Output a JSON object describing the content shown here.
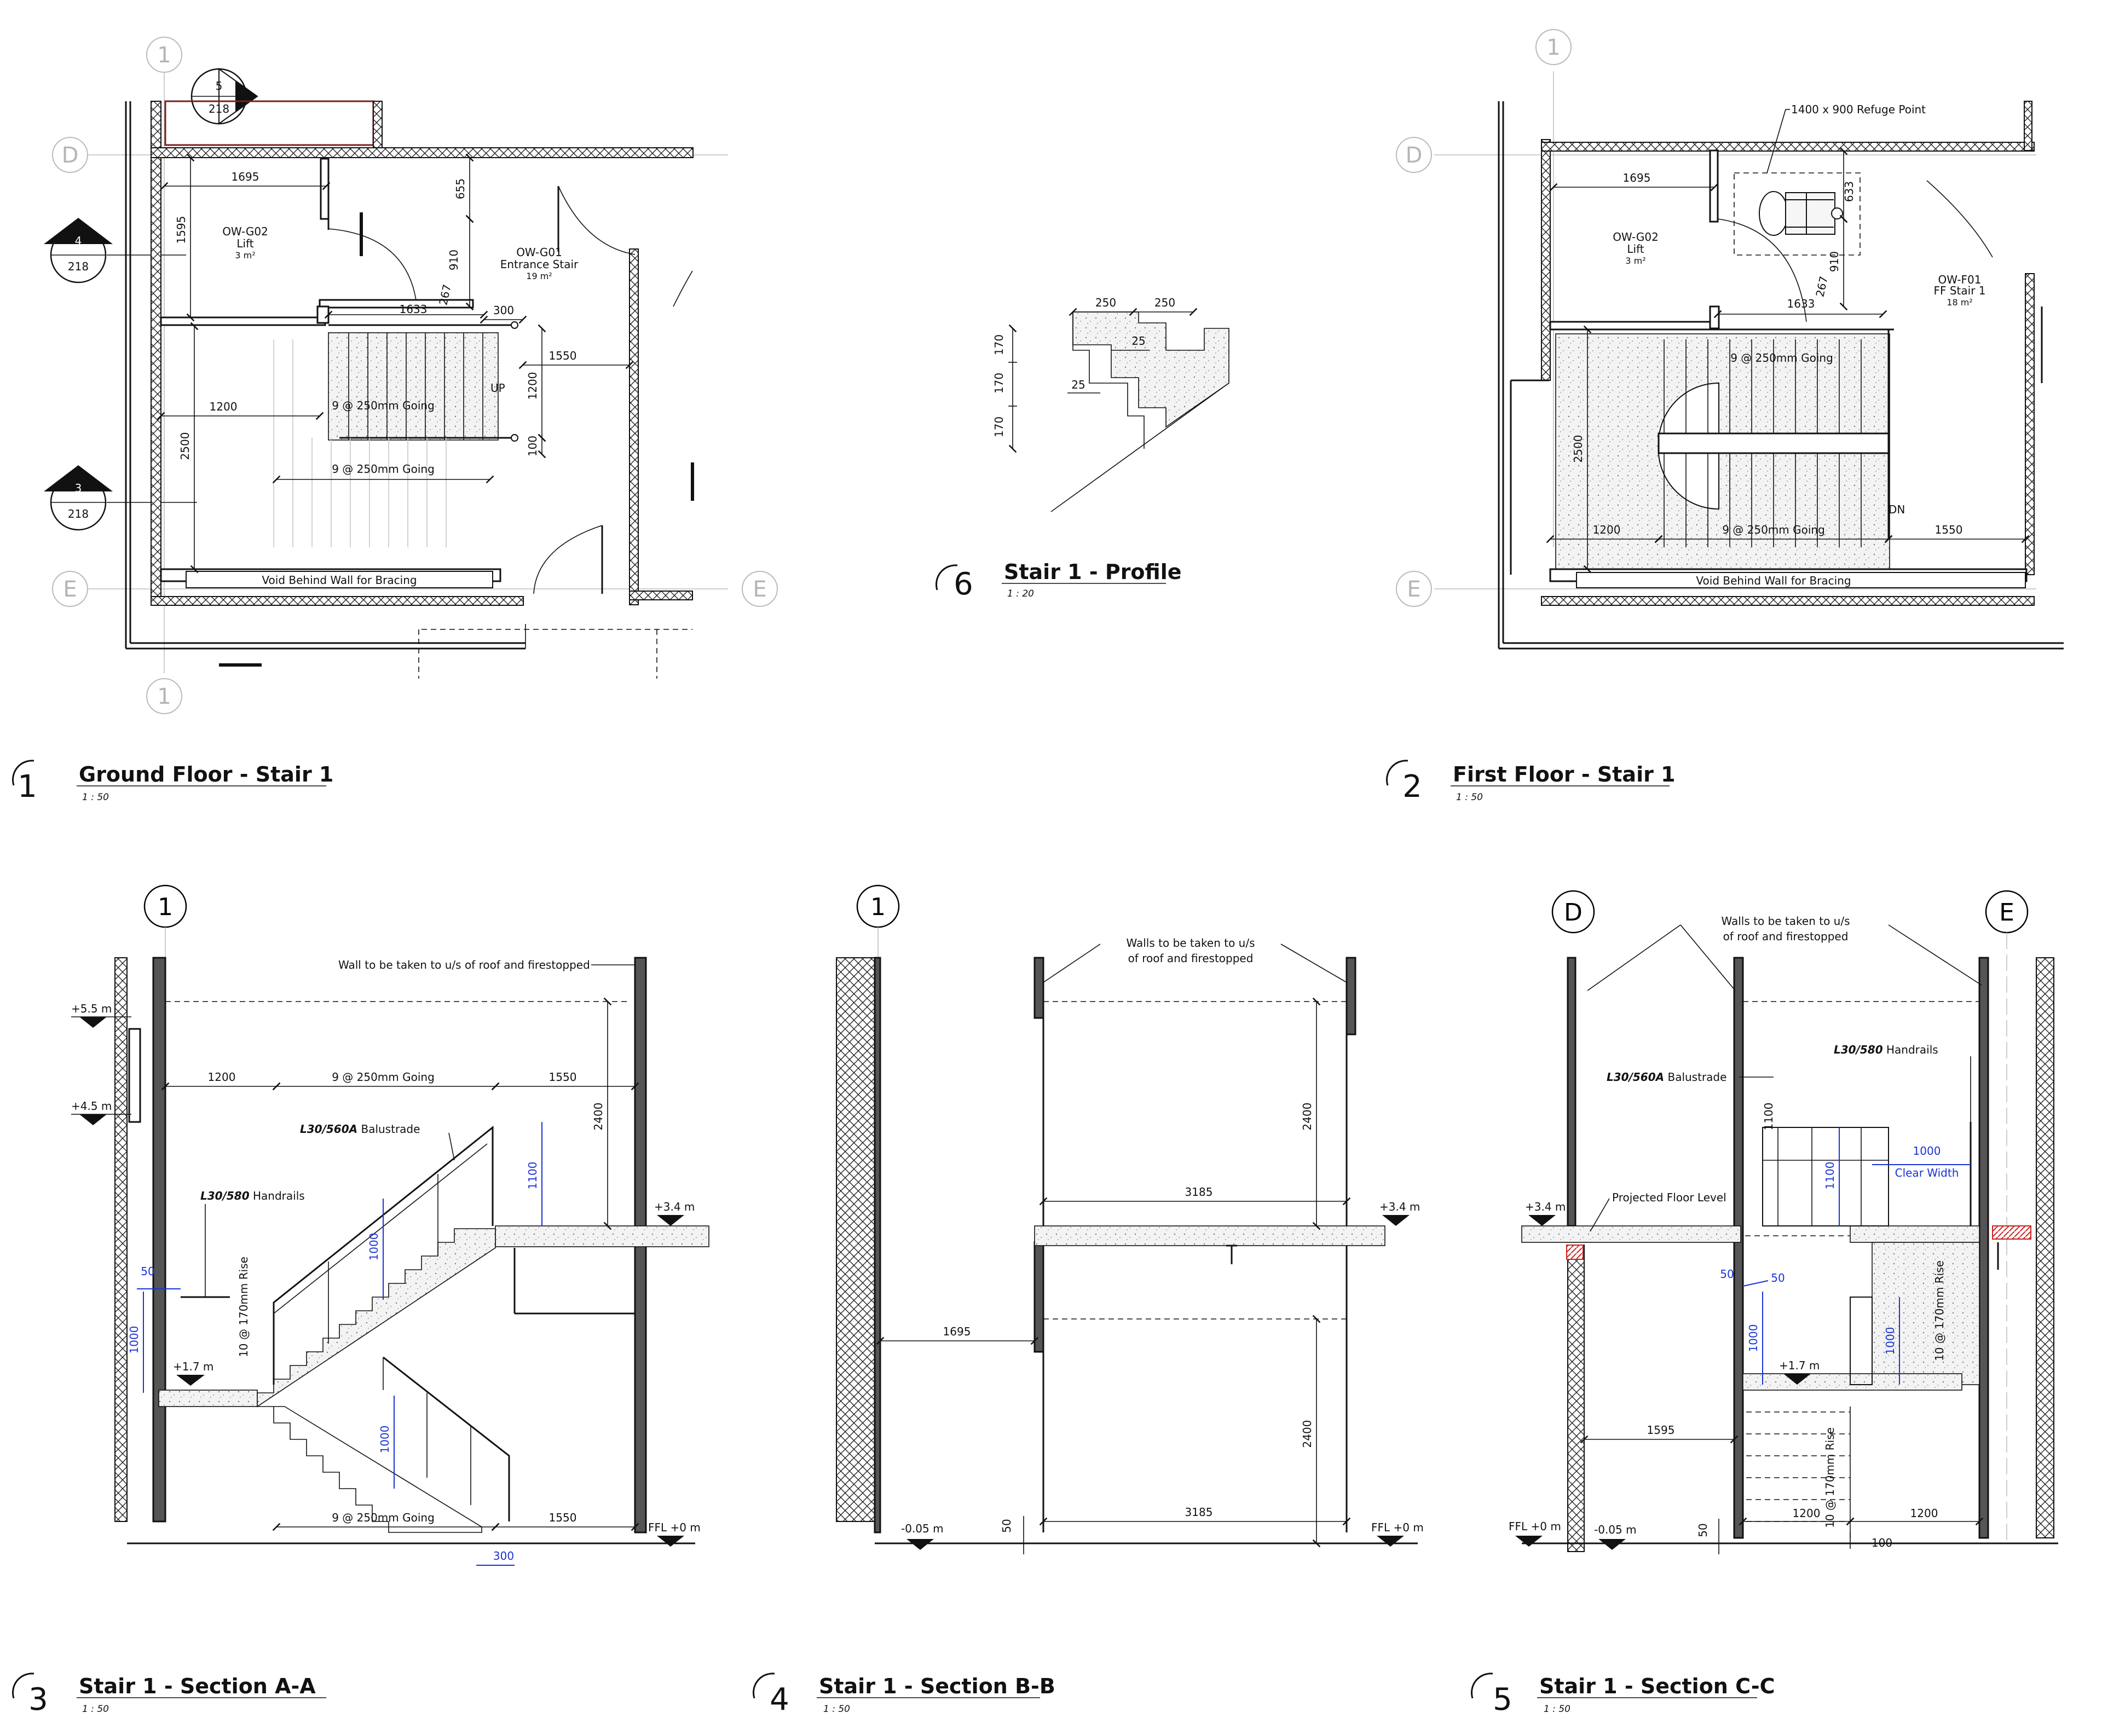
{
  "views": {
    "v1": {
      "num": "1",
      "title": "Ground Floor - Stair 1",
      "scale": "1 : 50"
    },
    "v2": {
      "num": "2",
      "title": "First Floor - Stair 1",
      "scale": "1 : 50"
    },
    "v3": {
      "num": "3",
      "title": "Stair 1 - Section A-A",
      "scale": "1 : 50"
    },
    "v4": {
      "num": "4",
      "title": "Stair 1 - Section B-B",
      "scale": "1 : 50"
    },
    "v5": {
      "num": "5",
      "title": "Stair 1 - Section C-C",
      "scale": "1 : 50"
    },
    "v6": {
      "num": "6",
      "title": "Stair 1 - Profile",
      "scale": "1 : 20"
    }
  },
  "grids": {
    "one": "1",
    "d": "D",
    "e": "E"
  },
  "section_marks": {
    "m5": {
      "num": "5",
      "sheet": "218"
    },
    "m4": {
      "num": "4",
      "sheet": "218"
    },
    "m3": {
      "num": "3",
      "sheet": "218"
    }
  },
  "ground_floor": {
    "lift": {
      "code": "OW-G02",
      "name": "Lift",
      "area": "3 m²"
    },
    "room": {
      "code": "OW-G01",
      "name": "Entrance Stair",
      "area": "19 m²"
    },
    "void_label": "Void Behind Wall for Bracing",
    "up_label": "UP",
    "dims": {
      "d1695": "1695",
      "d1595": "1595",
      "d655": "655",
      "d910": "910",
      "d267": "267",
      "d1633": "1633",
      "d300": "300",
      "d1550": "1550",
      "d1200": "1200",
      "d1200b": "1200",
      "d100": "100",
      "d2500": "2500",
      "going_upper": "9 @ 250mm Going",
      "going_lower": "9 @ 250mm Going"
    }
  },
  "first_floor": {
    "refuge": "1400 x 900 Refuge Point",
    "lift": {
      "code": "OW-G02",
      "name": "Lift",
      "area": "3 m²"
    },
    "room": {
      "code": "OW-F01",
      "name": "FF Stair 1",
      "area": "18 m²"
    },
    "void_label": "Void Behind Wall for Bracing",
    "dn_label": "DN",
    "dims": {
      "d1695": "1695",
      "d633": "633",
      "d910": "910",
      "d267": "267",
      "d1633": "1633",
      "d2500": "2500",
      "d1200": "1200",
      "d1550": "1550",
      "going_upper": "9 @ 250mm Going",
      "going_lower": "9 @ 250mm Going"
    }
  },
  "profile": {
    "d250a": "250",
    "d250b": "250",
    "d25a": "25",
    "d25b": "25",
    "d170a": "170",
    "d170b": "170",
    "d170c": "170"
  },
  "section_aa": {
    "note": "Wall to be taken to u/s of roof and firestopped",
    "balustrade_code": "L30/560A",
    "balustrade_txt": " Balustrade",
    "handrail_code": "L30/580",
    "handrail_txt": " Handrails",
    "levels": {
      "l55": "+5.5 m",
      "l45": "+4.5 m",
      "l34": "+3.4 m",
      "l17": "+1.7 m",
      "l0": "FFL +0 m"
    },
    "dims": {
      "d1200": "1200",
      "going_top": "9 @ 250mm Going",
      "d1550": "1550",
      "d2400": "2400",
      "d1100": "1100",
      "d1000a": "1000",
      "d1000b": "1000",
      "d1000c": "1000",
      "d50": "50",
      "rise": "10 @ 170mm Rise",
      "going_bot": "9 @ 250mm Going",
      "d1550b": "1550",
      "d300": "300"
    }
  },
  "section_bb": {
    "note": "Walls to be taken to u/s\nof roof and firestopped",
    "note1": "Walls to be taken to u/s",
    "note2": "of roof and firestopped",
    "levels": {
      "l34": "+3.4 m",
      "lm005": "-0.05 m",
      "l0": "FFL +0 m"
    },
    "dims": {
      "d2400a": "2400",
      "d3185a": "3185",
      "d1695": "1695",
      "d2400b": "2400",
      "d3185b": "3185",
      "d50": "50"
    }
  },
  "section_cc": {
    "note1": "Walls to be taken to u/s",
    "note2": "of roof and firestopped",
    "handrail_code": "L30/580",
    "handrail_txt": " Handrails",
    "balustrade_code": "L30/560A",
    "balustrade_txt": " Balustrade",
    "projected": "Projected Floor Level",
    "clear": "Clear Width",
    "levels": {
      "l34": "+3.4 m",
      "l17": "+1.7 m",
      "l0": "FFL +0 m",
      "lm005": "-0.05 m"
    },
    "dims": {
      "d1000w": "1000",
      "d1100": "1100",
      "d50a": "50",
      "d50b": "50",
      "d1000a": "1000",
      "d1000b": "1000",
      "rise_a": "10 @ 170mm Rise",
      "rise_b": "10 @ 170mm Rise",
      "d1595": "1595",
      "d1200a": "1200",
      "d1200b": "1200",
      "d100": "100",
      "d50c": "50"
    }
  },
  "colors": {
    "ink": "#111111",
    "dimension_blue": "#1a33d6",
    "grid_grey": "#b5b5b5",
    "accent_red": "#cc2222"
  }
}
